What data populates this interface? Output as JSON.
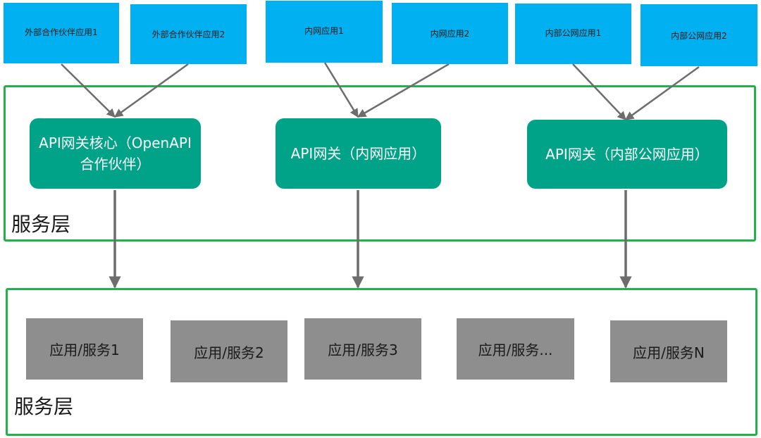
{
  "clients": [
    {
      "id": "partner-app-1",
      "label": "外部合作伙伴应用1"
    },
    {
      "id": "partner-app-2",
      "label": "外部合作伙伴应用2"
    },
    {
      "id": "intranet-app-1",
      "label": "内网应用1"
    },
    {
      "id": "intranet-app-2",
      "label": "内网应用2"
    },
    {
      "id": "internal-public-app-1",
      "label": "内部公网应用1"
    },
    {
      "id": "internal-public-app-2",
      "label": "内部公网应用2"
    }
  ],
  "gateways": [
    {
      "id": "gateway-openapi",
      "label": "API网关核心（OpenAPI合作伙伴）"
    },
    {
      "id": "gateway-intranet",
      "label": "API网关（内网应用）"
    },
    {
      "id": "gateway-internal-public",
      "label": "API网关（内部公网应用）"
    }
  ],
  "services": [
    {
      "id": "service-1",
      "label": "应用/服务1"
    },
    {
      "id": "service-2",
      "label": "应用/服务2"
    },
    {
      "id": "service-3",
      "label": "应用/服务3"
    },
    {
      "id": "service-etc",
      "label": "应用/服务..."
    },
    {
      "id": "service-n",
      "label": "应用/服务N"
    }
  ],
  "layers": {
    "gateway_layer_label": "服务层",
    "service_layer_label": "服务层"
  },
  "colors": {
    "client_fill": "#00b0f0",
    "gateway_fill": "#00a388",
    "service_fill": "#8e8e8e",
    "layer_border": "#22b14c",
    "arrow": "#6d6d6d"
  }
}
